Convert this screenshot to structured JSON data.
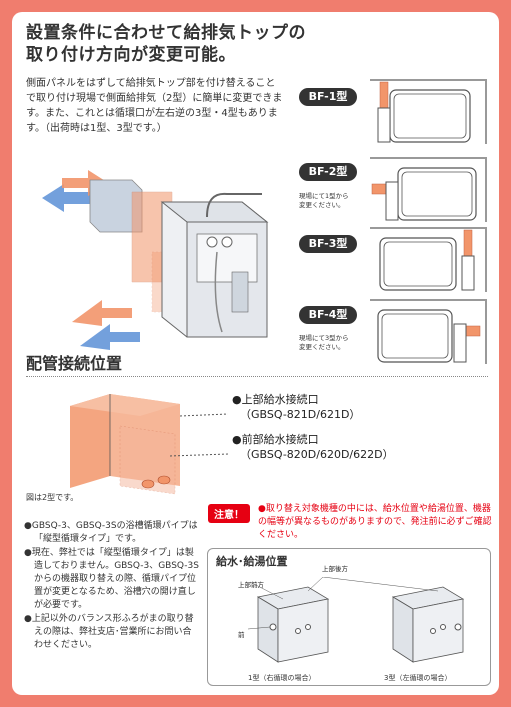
{
  "header": {
    "title_line1": "設置条件に合わせて給排気トップの",
    "title_line2": "取り付け方向が変更可能。"
  },
  "description": "側面パネルをはずして給排気トップ部を付け替えることで取り付け現場で側面給排気（2型）に簡単に変更できます。また、これとは循環口が左右逆の3型・4型もあります。（出荷時は1型、3型です。）",
  "bf_types": [
    {
      "label": "BF-1型",
      "note": ""
    },
    {
      "label": "BF-2型",
      "note": "現場にて1型から変更ください。"
    },
    {
      "label": "BF-3型",
      "note": ""
    },
    {
      "label": "BF-4型",
      "note": "現場にて3型から変更ください。"
    }
  ],
  "piping": {
    "title": "配管接続位置",
    "ports": [
      {
        "name": "●上部給水接続口",
        "models": "（GBSQ-821D/621D）"
      },
      {
        "name": "●前部給水接続口",
        "models": "（GBSQ-820D/620D/622D）"
      }
    ],
    "figure_note": "図は2型です。",
    "bullets": [
      "GBSQ-3、GBSQ-3Sの浴槽循環パイプは「縦型循環タイプ」です。",
      "現在、弊社では「縦型循環タイプ」は製造しておりません。GBSQ-3、GBSQ-3Sからの機器取り替えの際、循環パイプ位置が変更となるため、浴槽穴の開け直しが必要です。",
      "上記以外のバランス形ふろがまの取り替えの際は、弊社支店･営業所にお問い合わせください。"
    ]
  },
  "caution": {
    "badge": "注意！",
    "text": "●取り替え対象機種の中には、給水位置や給湯位置、機器の幅等が異なるものがありますので、発注前に必ずご確認ください。"
  },
  "water_box": {
    "title": "給水･給湯位置",
    "label_top_back": "上部後方",
    "label_top_front": "上部前方",
    "label_front": "前",
    "caption_left": "1型（右循環の場合）",
    "caption_right": "3型（左循環の場合）"
  },
  "colors": {
    "frame": "#f07d6e",
    "orange": "#f2956a",
    "blue": "#5b8fd6",
    "red": "#e60012"
  }
}
